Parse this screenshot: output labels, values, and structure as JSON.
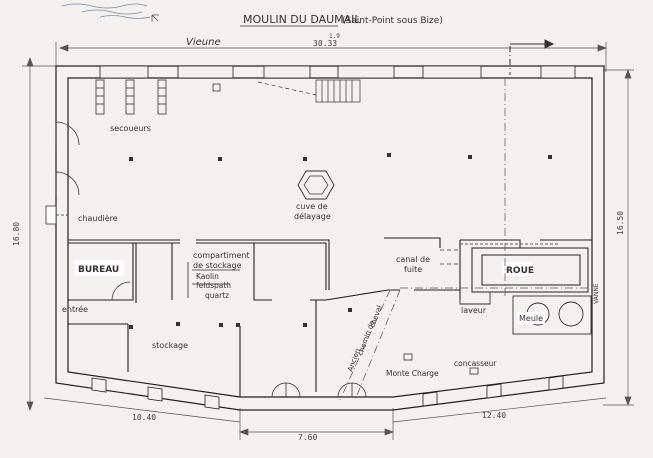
{
  "title": "MOULIN DU DAUMAIL",
  "subtitle": "(Saint-Point sous Bize)",
  "river": "Vieune",
  "dimensions": {
    "top_length": "30.33",
    "top_sup": "1.9",
    "left_height": "16.80",
    "right_height": "16.50",
    "bottom_left": "10.40",
    "bottom_mid": "7.60",
    "bottom_right": "12.40"
  },
  "rooms": {
    "secoueurs": "secoueurs",
    "chaudiere": "chaudière",
    "cuve_line1": "cuve de",
    "cuve_line2": "délayage",
    "bureau": "BUREAU",
    "entree": "entrée",
    "compartiment_line1": "compartiment",
    "compartiment_line2": "de stockage",
    "kaolin": "Kaolin",
    "feldspath": "feldspath",
    "quartz": "quartz",
    "stockage": "stockage",
    "canal_line1": "canal de",
    "canal_line2": "fuite",
    "roue": "ROUE",
    "laveur": "laveur",
    "meule": "Meule",
    "vanne": "VANNE",
    "ancien_line1": "Ancien",
    "ancien_line2": "chemin de",
    "ancien_line3": "cheval",
    "monte_charge": "Monte Charge",
    "concasseur": "concasseur"
  }
}
